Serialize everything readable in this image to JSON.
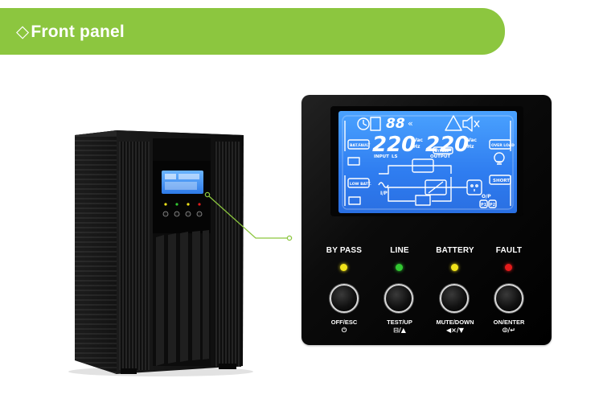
{
  "banner": {
    "diamond": "◇",
    "title": "Front panel"
  },
  "panel": {
    "lcd": {
      "load_digits": "88",
      "input_voltage": "220",
      "output_voltage": "220",
      "input_unit_v": "Vac",
      "input_unit_hz": "Hz",
      "output_unit_v": "Vac",
      "output_unit_hz": "Hz",
      "input_label": "INPUT",
      "output_label": "OUTPUT",
      "input_suffix": "LS",
      "over_load": "OVER LOAD",
      "bat_fault": "BAT.FAULT",
      "low_batt": "LOW BATT.",
      "short": "SHORT",
      "bypass_box": "BYPASS",
      "io_label": "I/P",
      "op_label": "O/P",
      "p1": "P1",
      "p2": "P2"
    },
    "indicators": [
      {
        "label": "BY PASS",
        "color": "#f1e31a"
      },
      {
        "label": "LINE",
        "color": "#32c832"
      },
      {
        "label": "BATTERY",
        "color": "#f1e31a"
      },
      {
        "label": "FAULT",
        "color": "#e21b1b"
      }
    ],
    "buttons": [
      {
        "label": "OFF/ESC",
        "symbol": "⏻"
      },
      {
        "label": "TEST/UP",
        "symbol": "⊟/▲"
      },
      {
        "label": "MUTE/DOWN",
        "symbol": "◀×/▼"
      },
      {
        "label": "ON/ENTER",
        "symbol": "⏼/↵"
      }
    ]
  },
  "colors": {
    "banner": "#8cc63f",
    "lcd": "#3b8ef5",
    "connector": "#8cc63f"
  }
}
